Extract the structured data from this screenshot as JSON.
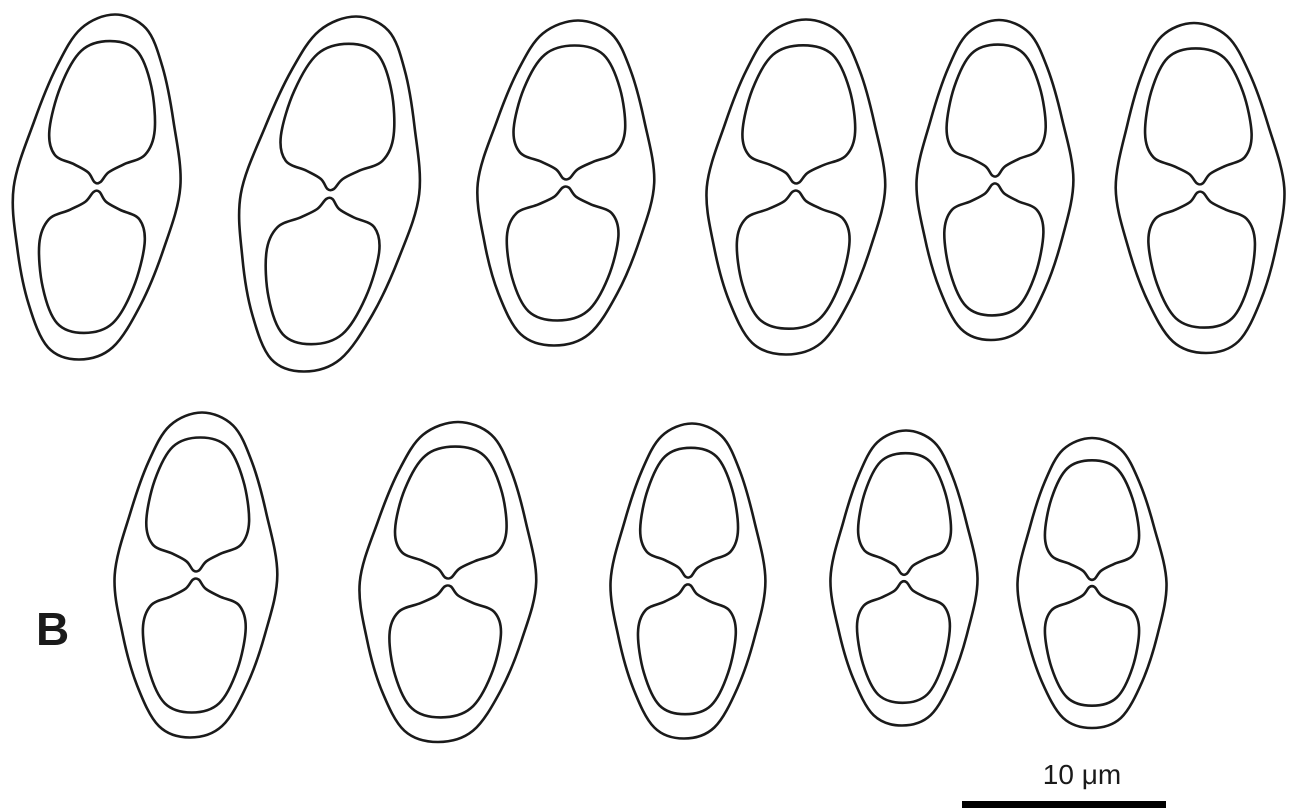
{
  "figure": {
    "panel_label": "B",
    "scale_bar": {
      "label": "10 μm",
      "length_value": 10,
      "unit": "μm"
    },
    "rows": [
      {
        "row": 1,
        "cell_count": 6
      },
      {
        "row": 2,
        "cell_count": 5
      }
    ],
    "colors": {
      "outline": "#1a1a1a",
      "background": "#ffffff"
    }
  }
}
